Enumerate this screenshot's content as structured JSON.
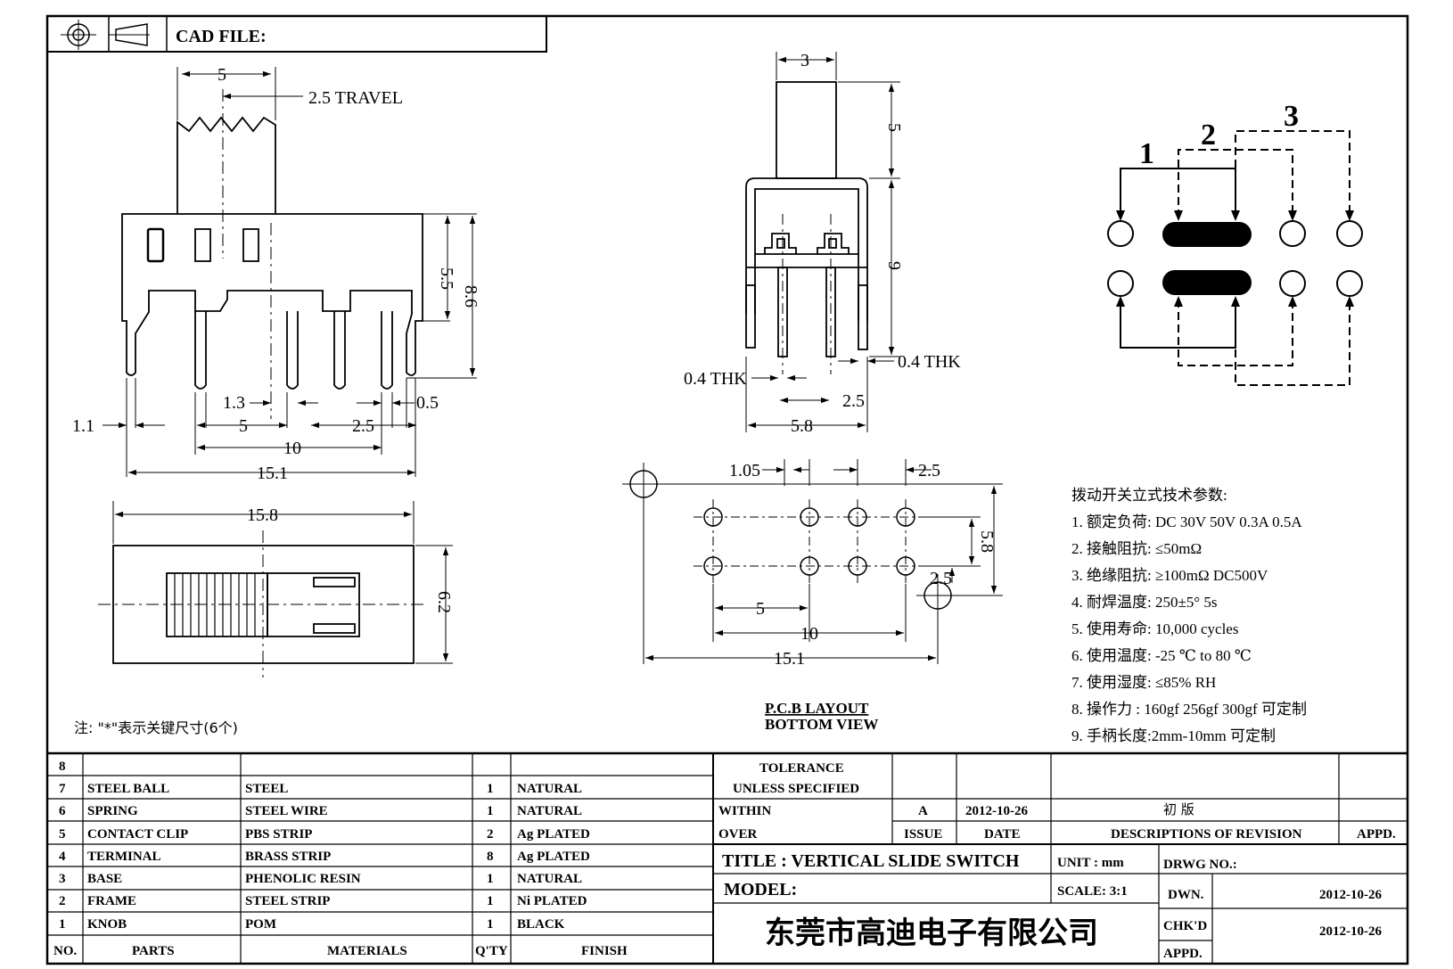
{
  "header": {
    "cad_label": "CAD FILE:"
  },
  "side_view": {
    "dims": {
      "top_width": "5",
      "travel": "2.5 TRAVEL",
      "h_5_5": "5.5",
      "h_8_6": "8.6",
      "pitch_1_3": "1.3",
      "end_0_5": "0.5",
      "end_1_1": "1.1",
      "pitch_5": "5",
      "pitch_2_5": "2.5",
      "span_10": "10",
      "overall_15_1": "15.1"
    }
  },
  "top_view": {
    "dims": {
      "length": "15.8",
      "width": "6.2"
    }
  },
  "end_view": {
    "dims": {
      "knob_w": "3",
      "knob_h": "5",
      "body_h": "9",
      "thk_left": "0.4 THK",
      "thk_right": "0.4 THK",
      "pin_2_5": "2.5",
      "width_5_8": "5.8"
    }
  },
  "pcb_layout": {
    "dims": {
      "d_1_05": "1.05",
      "d_2_5_top": "2.5",
      "d_5_8": "5.8",
      "d_2_5_side": "2.5",
      "d_5": "5",
      "d_10": "10",
      "d_15_1": "15.1"
    },
    "caption_1": "P.C.B LAYOUT",
    "caption_2": "BOTTOM VIEW"
  },
  "schematic": {
    "labels": [
      "1",
      "2",
      "3"
    ]
  },
  "specs": {
    "title": "拨动开关立式技术参数:",
    "items": [
      "1.  额定负荷: DC 30V    50V    0.3A    0.5A",
      "2.  接触阻抗: ≤50mΩ",
      "3.  绝缘阻抗: ≥100mΩ   DC500V",
      "4.  耐焊温度: 250±5°  5s",
      "5.  使用寿命: 10,000 cycles",
      "6.  使用温度: -25  ℃   to 80  ℃",
      "7.  使用湿度: ≤85% RH",
      "8.  操作力 : 160gf    256gf     300gf   可定制",
      "9.  手柄长度:2mm-10mm   可定制"
    ]
  },
  "note": "注: \"*\"表示关键尺寸(6个)",
  "bom": {
    "headers": [
      "NO.",
      "PARTS",
      "MATERIALS",
      "Q'TY",
      "FINISH"
    ],
    "rows": [
      {
        "no": "8",
        "part": "",
        "material": "",
        "qty": "",
        "finish": ""
      },
      {
        "no": "7",
        "part": "STEEL BALL",
        "material": "STEEL",
        "qty": "1",
        "finish": "NATURAL"
      },
      {
        "no": "6",
        "part": "SPRING",
        "material": "STEEL WIRE",
        "qty": "1",
        "finish": "NATURAL"
      },
      {
        "no": "5",
        "part": "CONTACT CLIP",
        "material": "PBS STRIP",
        "qty": "2",
        "finish": "Ag PLATED"
      },
      {
        "no": "4",
        "part": "TERMINAL",
        "material": "BRASS STRIP",
        "qty": "8",
        "finish": "Ag PLATED"
      },
      {
        "no": "3",
        "part": "BASE",
        "material": "PHENOLIC RESIN",
        "qty": "1",
        "finish": "NATURAL"
      },
      {
        "no": "2",
        "part": "FRAME",
        "material": "STEEL STRIP",
        "qty": "1",
        "finish": "Ni PLATED"
      },
      {
        "no": "1",
        "part": "KNOB",
        "material": "POM",
        "qty": "1",
        "finish": "BLACK"
      }
    ]
  },
  "title_block": {
    "tol1": "TOLERANCE",
    "tol2": "UNLESS   SPECIFIED",
    "within": "WITHIN",
    "over": "OVER",
    "rev_issue": "A",
    "rev_date": "2012-10-26",
    "rev_desc": "初  版",
    "issue_label": "ISSUE",
    "date_label": "DATE",
    "desc_label": "DESCRIPTIONS  OF  REVISION",
    "appd_label": "APPD.",
    "title": "TITLE :   VERTICAL  SLIDE  SWITCH",
    "unit": "UNIT :   mm",
    "drwg": "DRWG  NO.:",
    "model": "MODEL:",
    "scale": "SCALE:   3:1",
    "dwn": "DWN.",
    "dwn_date": "2012-10-26",
    "chkd": "CHK'D",
    "chk_date": "2012-10-26",
    "appd2": "APPD.",
    "company": "东莞市高迪电子有限公司"
  }
}
